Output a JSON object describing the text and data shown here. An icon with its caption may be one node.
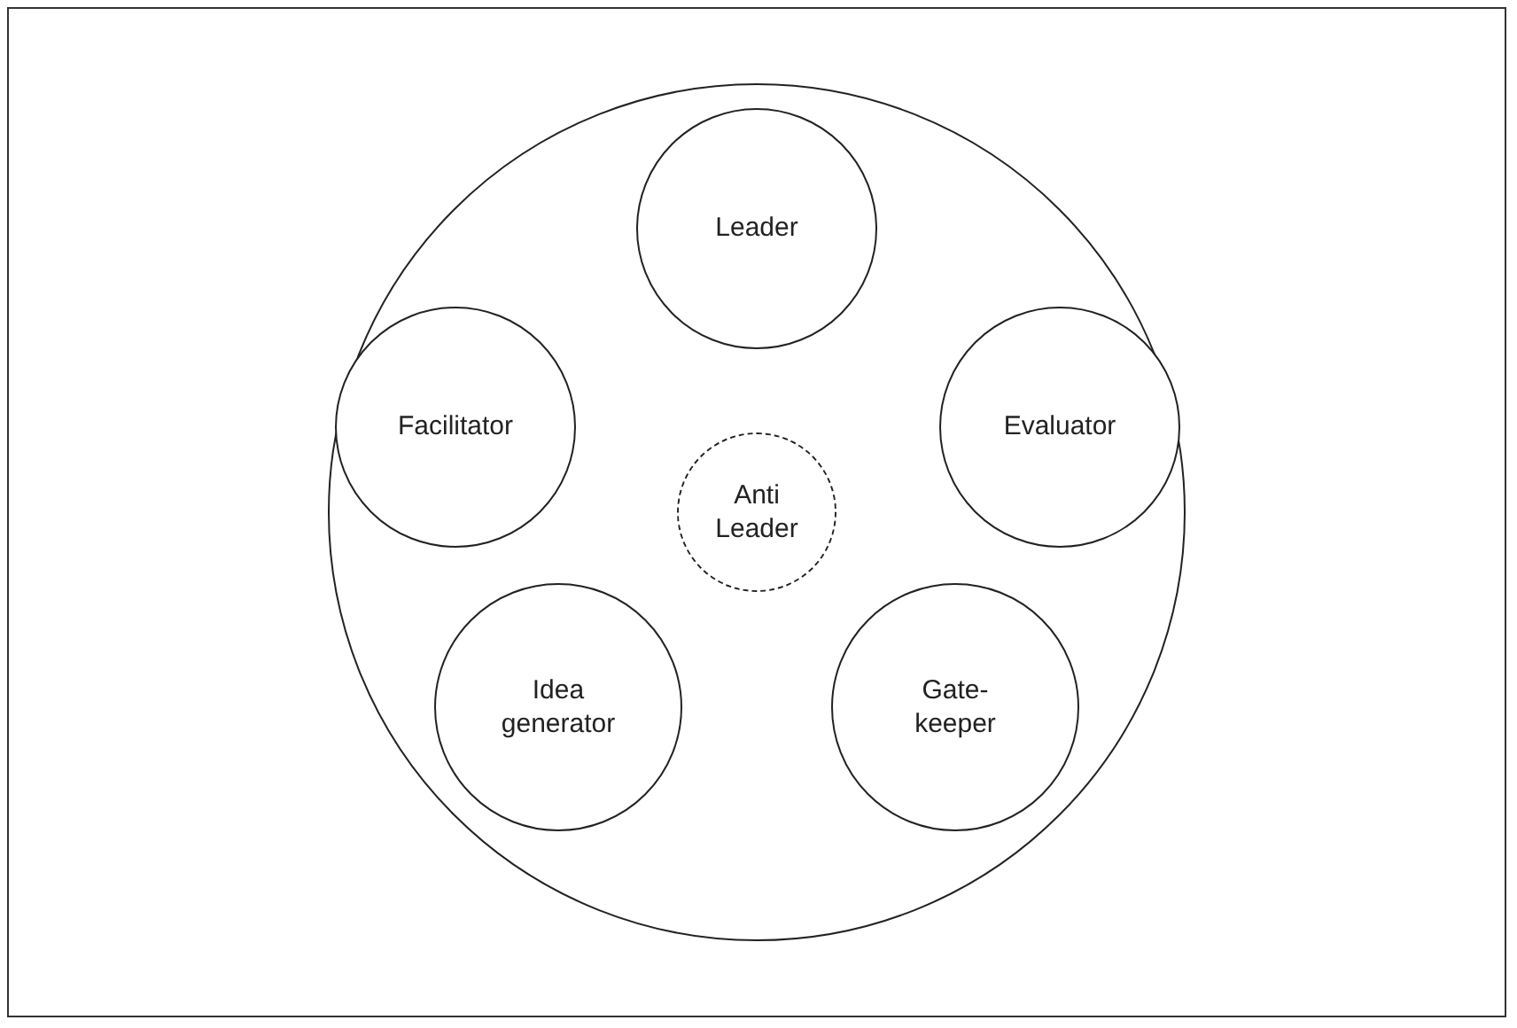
{
  "diagram": {
    "nodes": [
      {
        "text": [],
        "shape": "circle"
      },
      {
        "text": [
          "Leader"
        ],
        "in": 0
      },
      {
        "text": [
          "Facilitator"
        ],
        "in": 0
      },
      {
        "text": [
          "Evaluator"
        ],
        "in": 0
      },
      {
        "text": [
          "Anti Leader"
        ],
        "in": 0
      },
      {
        "text": [
          "Idea generator"
        ],
        "in": 0
      },
      {
        "text": [
          "Gate- keeper"
        ],
        "in": 0
      }
    ]
  }
}
